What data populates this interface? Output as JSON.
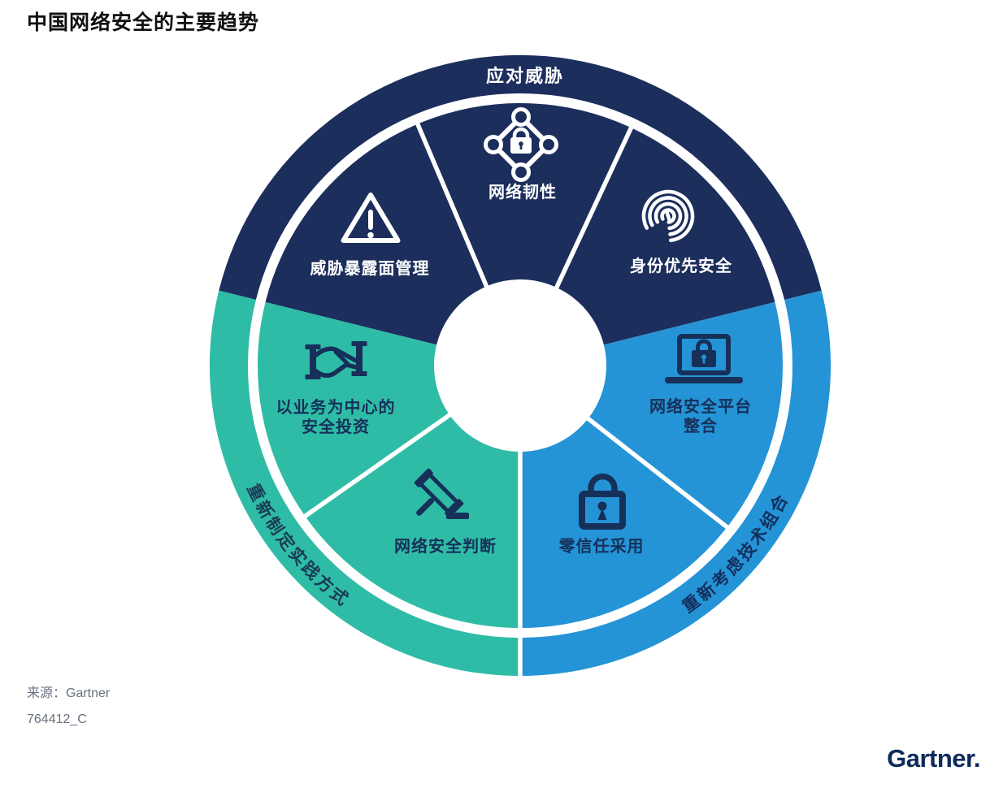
{
  "page": {
    "title": "中国网络安全的主要趋势"
  },
  "colors": {
    "page_bg": "#ffffff",
    "navy": "#1c2e5c",
    "blue": "#2494d6",
    "teal": "#2fbca6",
    "white": "#ffffff",
    "ink": "#16305a",
    "teal_text": "#1b3c54",
    "blue_text": "#132f5e",
    "muted": "#66717f",
    "logo": "#0e2a5a"
  },
  "wheel": {
    "sections": [
      {
        "id": "respond-to-threats",
        "label": "应对威胁",
        "color": "#1c2e5c",
        "label_style": "horizontal-top"
      },
      {
        "id": "rethink-technology-portfolio",
        "label": "重新考虑技术组合",
        "color": "#2494d6",
        "label_style": "curved-bottom-right"
      },
      {
        "id": "reframe-practice-approach",
        "label": "重新制定实践方式",
        "color": "#2fbca6",
        "label_style": "curved-bottom-left"
      }
    ],
    "wedges": [
      {
        "id": "cyber-resilience",
        "section": "应对威胁",
        "icon": "network-nodes-lock-icon",
        "label_lines": [
          "网络韧性"
        ]
      },
      {
        "id": "threat-exposure-management",
        "section": "应对威胁",
        "icon": "warning-triangle-icon",
        "label_lines": [
          "威胁暴露面管理"
        ]
      },
      {
        "id": "identity-first-security",
        "section": "应对威胁",
        "icon": "fingerprint-icon",
        "label_lines": [
          "身份优先安全"
        ]
      },
      {
        "id": "security-platform-consolidation",
        "section": "重新考虑技术组合",
        "icon": "laptop-lock-icon",
        "label_lines": [
          "网络安全平台",
          "整合"
        ]
      },
      {
        "id": "zero-trust-adoption",
        "section": "重新考虑技术组合",
        "icon": "padlock-icon",
        "label_lines": [
          "零信任采用"
        ]
      },
      {
        "id": "cybersecurity-judgment",
        "section": "重新制定实践方式",
        "icon": "gavel-icon",
        "label_lines": [
          "网络安全判断"
        ]
      },
      {
        "id": "business-centric-security-investment",
        "section": "重新制定实践方式",
        "icon": "handshake-icon",
        "label_lines": [
          "以业务为中心的",
          "安全投资"
        ]
      }
    ]
  },
  "footer": {
    "source_label": "来源：Gartner",
    "doc_id": "764412_C",
    "logo": "Gartner."
  }
}
